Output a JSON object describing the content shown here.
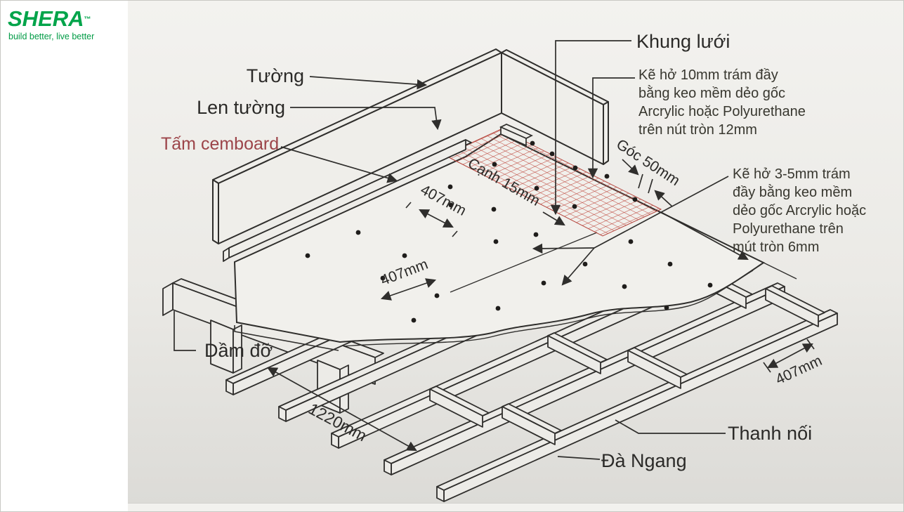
{
  "brand": {
    "name": "SHERA",
    "trademark": "TM",
    "tagline": "build better, live better"
  },
  "diagram": {
    "labels": {
      "wall": "Tường",
      "skirting": "Len tường",
      "cemboard": "Tấm cemboard",
      "mesh_frame": "Khung lưới",
      "support_beam": "Dầm đỡ",
      "connector": "Thanh nối",
      "cross_beam": "Đà Ngang"
    },
    "notes": {
      "gap_10mm": {
        "lines": [
          "Kẽ hở 10mm trám đầy",
          "bằng keo mềm dẻo gốc",
          "Arcrylic hoặc Polyurethane",
          "trên nút tròn 12mm"
        ]
      },
      "gap_3_5mm": {
        "lines": [
          "Kẽ hở 3-5mm trám",
          "đầy bằng keo mềm",
          "dẻo gốc Arcrylic hoặc",
          "Polyurethane trên",
          "mút tròn 6mm"
        ]
      }
    },
    "dimensions": {
      "screw_spacing_a": "407mm",
      "screw_spacing_b": "407mm",
      "joist_spacing": "407mm",
      "beam_spacing": "1220mm",
      "edge_distance": "Cạnh 15mm",
      "corner_distance": "Góc 50mm"
    },
    "colors": {
      "brand_green": "#00A44A",
      "mesh_red": "#bf4a40",
      "cemboard_label_red": "#9c4449",
      "line": "#2f2e2c"
    }
  }
}
